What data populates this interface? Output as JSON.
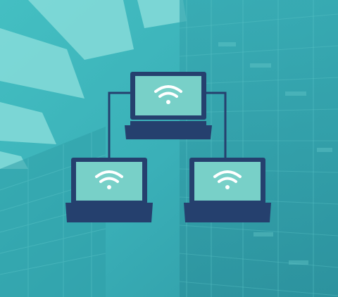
{
  "colors": {
    "background_teal": "#3cb6bc",
    "background_dark": "#2a8f98",
    "ceiling_panel": "#7fd6d6",
    "rack_line": "#5fc6c8",
    "laptop_navy": "#25406e",
    "laptop_screen": "#78d0c8",
    "wifi_white": "#ffffff"
  },
  "icons": [
    "laptop-icon",
    "wifi-icon",
    "network-connector-lines"
  ],
  "scene": {
    "description_elements": [
      "server-room-background",
      "laptop-top",
      "laptop-left",
      "laptop-right"
    ]
  }
}
